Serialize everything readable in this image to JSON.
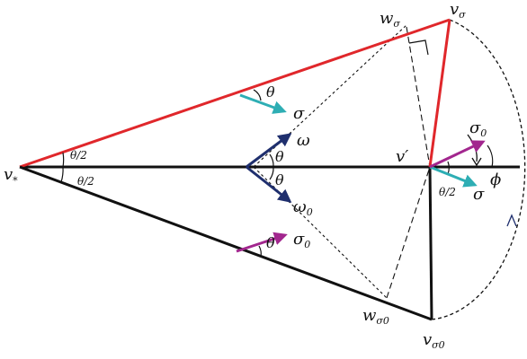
{
  "labels": {
    "v_star": "v",
    "v_star_sub": "*",
    "v_sigma": "v",
    "v_sigma_sub": "σ",
    "w_sigma": "w",
    "w_sigma_sub": "σ",
    "v_prime": "v′",
    "v_sigma0": "v",
    "v_sigma0_sub": "σ0",
    "w_sigma0": "w",
    "w_sigma0_sub": "σ0",
    "theta_half_top": "θ/2",
    "theta_half_bottom": "θ/2",
    "theta_half_right": "θ/2",
    "theta_top_arrow": "θ",
    "theta_center_upper": "θ",
    "theta_center_lower": "θ",
    "theta_bottom_arrow": "θ",
    "sigma_top": "σ",
    "omega": "ω",
    "omega_0": "ω",
    "omega_0_sub": "0",
    "sigma0_bottom": "σ",
    "sigma0_bottom_sub": "0",
    "sigma0_right": "σ",
    "sigma0_right_sub": "0",
    "sigma_right": "σ",
    "phi": "ϕ"
  },
  "colors": {
    "red": "#e0272b",
    "black": "#111111",
    "navy": "#1f2f6e",
    "teal": "#2eaeb4",
    "magenta": "#a2268e"
  }
}
